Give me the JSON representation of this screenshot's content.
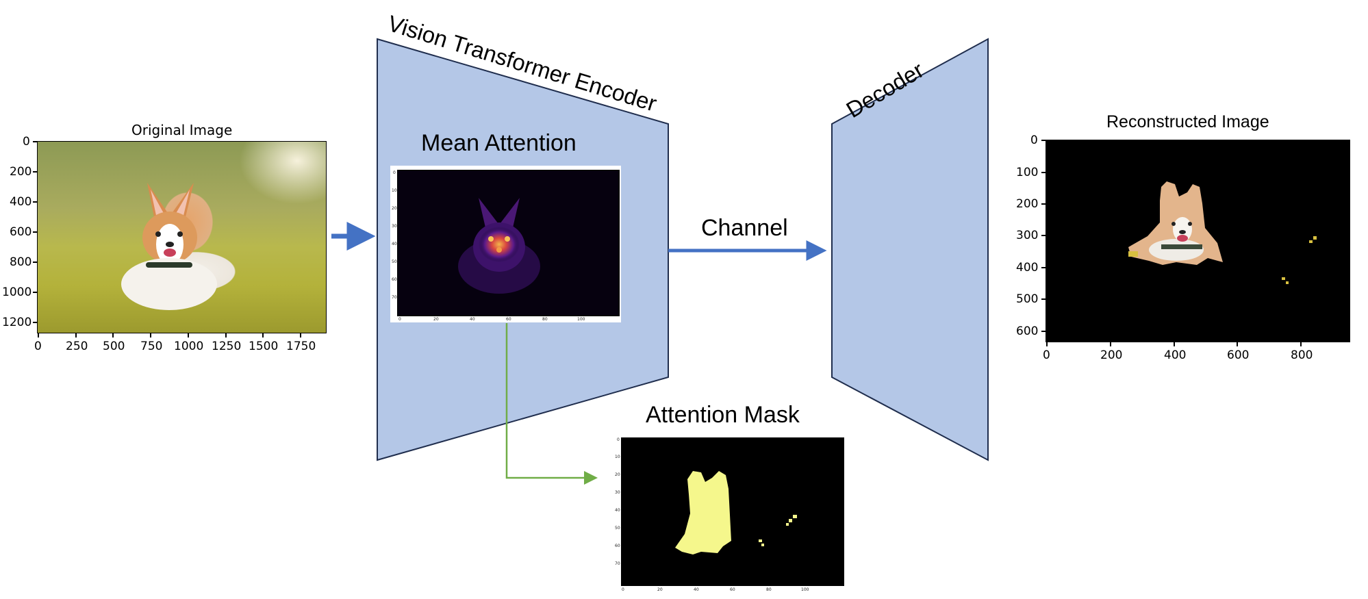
{
  "original": {
    "title": "Original Image",
    "xticks": [
      "0",
      "250",
      "500",
      "750",
      "1000",
      "1250",
      "1500",
      "1750"
    ],
    "yticks": [
      "0",
      "200",
      "400",
      "600",
      "800",
      "1000",
      "1200"
    ]
  },
  "encoder": {
    "label": "Vision Transformer Encoder",
    "color": "#b4c7e7",
    "stroke": "#1f2d4d"
  },
  "mean_attention": {
    "title": "Mean Attention",
    "yticks": [
      "0",
      "10",
      "20",
      "30",
      "40",
      "50",
      "60",
      "70"
    ],
    "xticks": [
      "0",
      "20",
      "40",
      "60",
      "80",
      "100"
    ]
  },
  "channel": {
    "label": "Channel",
    "arrow_color": "#4472c4"
  },
  "mask_arrow_color": "#70ad47",
  "attention_mask": {
    "title": "Attention Mask",
    "yticks": [
      "0",
      "10",
      "20",
      "30",
      "40",
      "50",
      "60",
      "70"
    ],
    "xticks": [
      "0",
      "20",
      "40",
      "60",
      "80",
      "100"
    ],
    "mask_color": "#f5f78c"
  },
  "decoder": {
    "label": "Decoder",
    "color": "#b4c7e7",
    "stroke": "#1f2d4d"
  },
  "reconstructed": {
    "title": "Reconstructed Image",
    "xticks": [
      "0",
      "200",
      "400",
      "600",
      "800"
    ],
    "yticks": [
      "0",
      "100",
      "200",
      "300",
      "400",
      "500",
      "600"
    ]
  }
}
